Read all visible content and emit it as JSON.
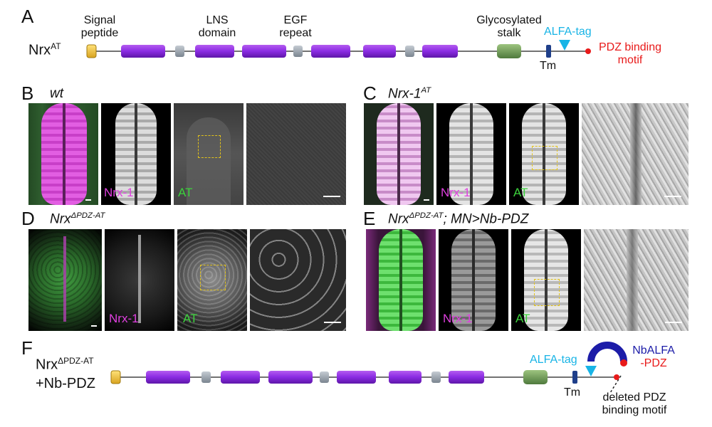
{
  "panels": {
    "A": "A",
    "B": "B",
    "C": "C",
    "D": "D",
    "E": "E",
    "F": "F"
  },
  "schematicA": {
    "protein": "Nrx",
    "protein_sup": "AT",
    "labels": {
      "signal_peptide": [
        "Signal",
        "peptide"
      ],
      "lns_domain": [
        "LNS",
        "domain"
      ],
      "egf_repeat": [
        "EGF",
        "repeat"
      ],
      "glycosylated_stalk": [
        "Glycosylated",
        "stalk"
      ],
      "alfa_tag": "ALFA-tag",
      "tm": "Tm",
      "pdz_binding_motif": [
        "PDZ binding",
        "motif"
      ]
    }
  },
  "panelB": {
    "genotype": "wt",
    "channels": [
      "Nrx-1",
      "AT"
    ]
  },
  "panelC": {
    "genotype": "Nrx-1",
    "genotype_sup": "AT",
    "channels": [
      "Nrx-1",
      "AT"
    ]
  },
  "panelD": {
    "genotype": "Nrx",
    "genotype_sup": "ΔPDZ-AT",
    "channels": [
      "Nrx-1",
      "AT"
    ]
  },
  "panelE": {
    "genotype": "Nrx",
    "genotype_sup": "ΔPDZ-AT",
    "genotype_suffix": "; MN>Nb-PDZ",
    "channels": [
      "Nrx-1",
      "AT"
    ]
  },
  "schematicF": {
    "protein": "Nrx",
    "protein_sup": "ΔPDZ-AT",
    "protein_line2": "+Nb-PDZ",
    "alfa_tag": "ALFA-tag",
    "tm": "Tm",
    "nanobody": [
      "NbALFA",
      "-PDZ"
    ],
    "deleted": [
      "deleted PDZ",
      "binding motif"
    ]
  },
  "colors": {
    "lns": "#8a2be2",
    "egf": "#9aa3ad",
    "signal": "#f2c94c",
    "stalk": "#6a9a55",
    "tm": "#1f3f8a",
    "alfa": "#18b4e6",
    "pdz": "#e81a1a",
    "nb": "#1c1ca8",
    "magenta": "#e040e0",
    "green": "#3cd23c"
  }
}
